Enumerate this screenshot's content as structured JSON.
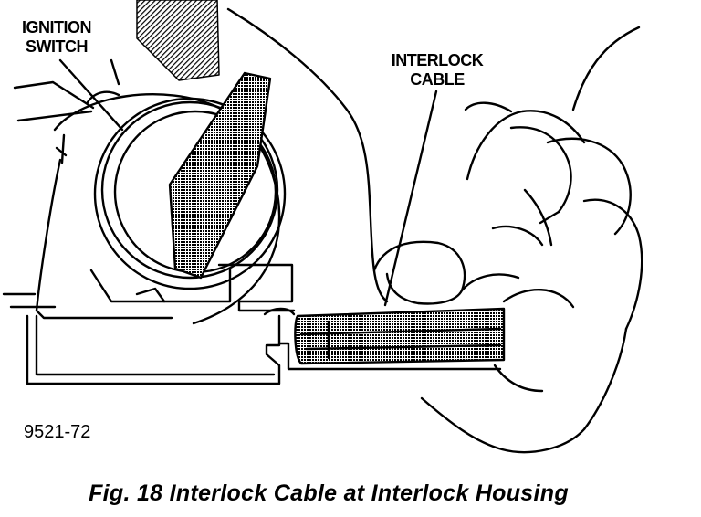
{
  "labels": {
    "ignition_line1": "IGNITION",
    "ignition_line2": "SWITCH",
    "cable_line1": "INTERLOCK",
    "cable_line2": "CABLE"
  },
  "figure_id": "9521-72",
  "caption": "Fig. 18 Interlock Cable at Interlock Housing"
}
